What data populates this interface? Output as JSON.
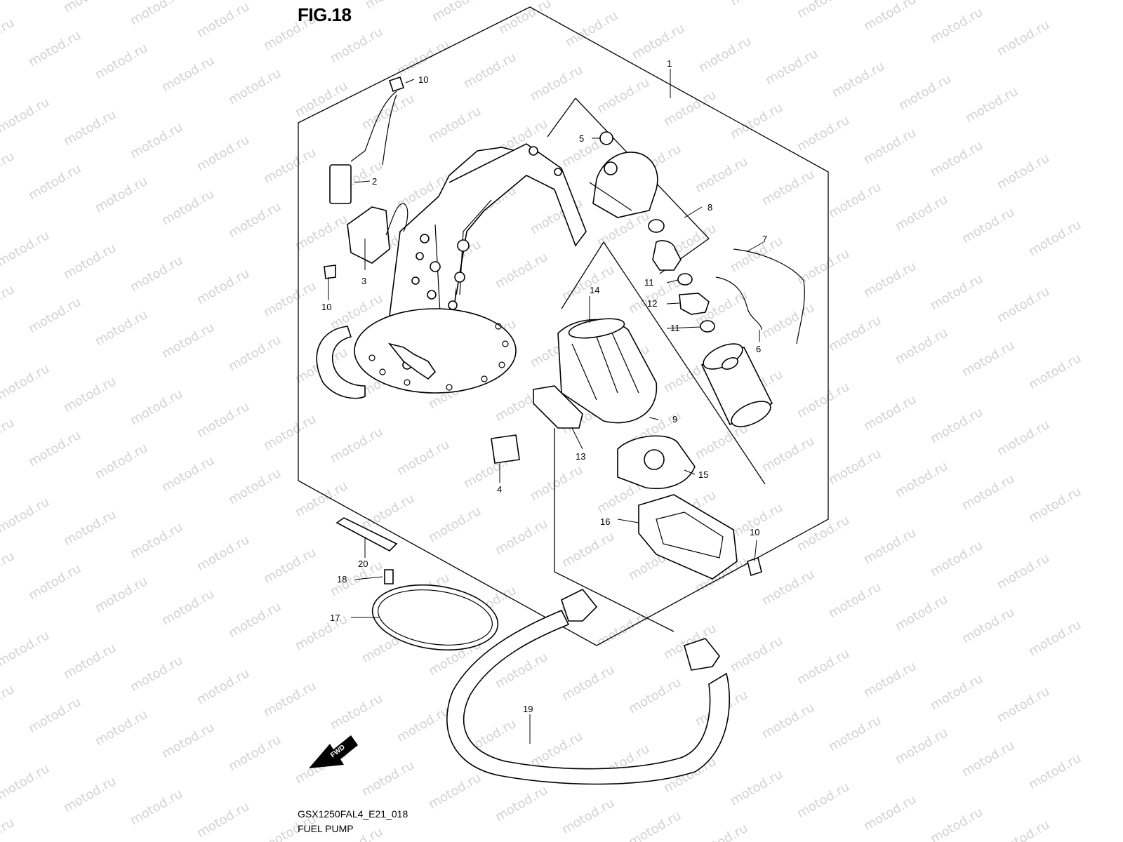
{
  "figure": {
    "title": "FIG.18",
    "code": "GSX1250FAL4_E21_018",
    "name": "FUEL PUMP"
  },
  "watermark": {
    "text": "motod.ru",
    "color": "#d2d2d2"
  },
  "fwd_arrow": {
    "label": "FWD"
  },
  "callouts": [
    {
      "id": "c1",
      "label": "1"
    },
    {
      "id": "c2",
      "label": "2"
    },
    {
      "id": "c3",
      "label": "3"
    },
    {
      "id": "c4",
      "label": "4"
    },
    {
      "id": "c5",
      "label": "5"
    },
    {
      "id": "c6",
      "label": "6"
    },
    {
      "id": "c7",
      "label": "7"
    },
    {
      "id": "c8",
      "label": "8"
    },
    {
      "id": "c9",
      "label": "9"
    },
    {
      "id": "c10a",
      "label": "10"
    },
    {
      "id": "c10b",
      "label": "10"
    },
    {
      "id": "c10c",
      "label": "10"
    },
    {
      "id": "c11a",
      "label": "11"
    },
    {
      "id": "c11b",
      "label": "11"
    },
    {
      "id": "c12",
      "label": "12"
    },
    {
      "id": "c13",
      "label": "13"
    },
    {
      "id": "c14",
      "label": "14"
    },
    {
      "id": "c15",
      "label": "15"
    },
    {
      "id": "c16",
      "label": "16"
    },
    {
      "id": "c17",
      "label": "17"
    },
    {
      "id": "c18",
      "label": "18"
    },
    {
      "id": "c19",
      "label": "19"
    },
    {
      "id": "c20",
      "label": "20"
    }
  ]
}
